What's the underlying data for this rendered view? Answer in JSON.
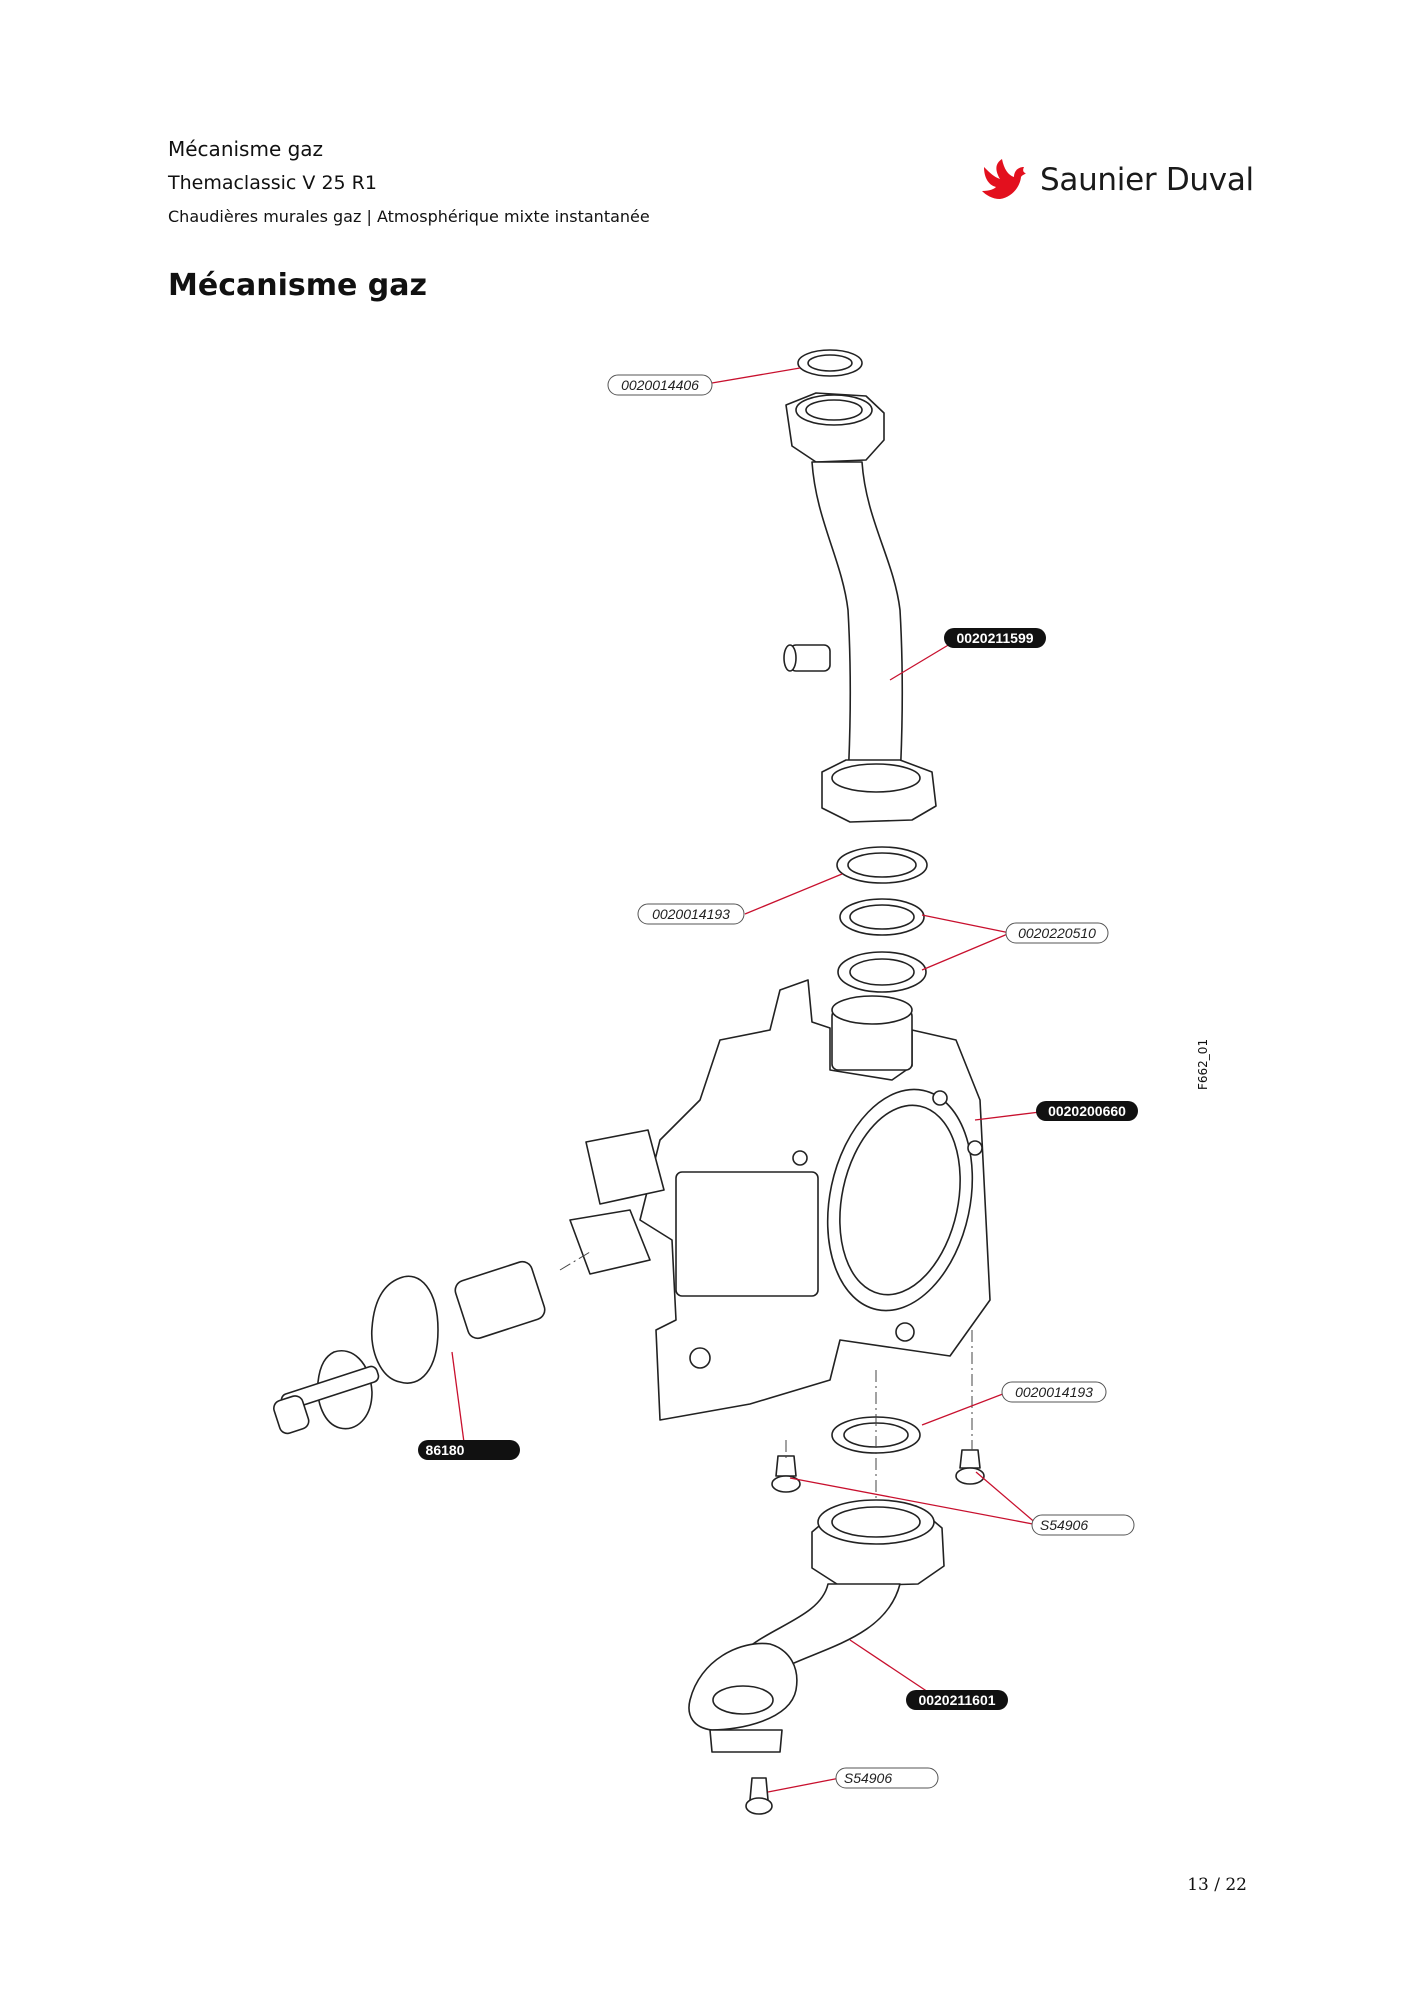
{
  "header": {
    "section": "Mécanisme gaz",
    "model": "Themaclassic V 25 R1",
    "category": "Chaudières murales gaz | Atmosphérique mixte instantanée"
  },
  "brand": {
    "name": "Saunier Duval",
    "color": "#e3101e",
    "logo": "bird-logo-icon"
  },
  "page_title": "Mécanisme gaz",
  "figure_id": "F662_01",
  "parts": [
    {
      "ref": "0020014406",
      "style": "outline"
    },
    {
      "ref": "0020211599",
      "style": "filled"
    },
    {
      "ref": "0020014193",
      "style": "outline"
    },
    {
      "ref": "0020220510",
      "style": "outline"
    },
    {
      "ref": "0020200660",
      "style": "filled"
    },
    {
      "ref": "0020014193",
      "style": "outline"
    },
    {
      "ref": "86180",
      "style": "filled"
    },
    {
      "ref": "S54906",
      "style": "outline"
    },
    {
      "ref": "0020211601",
      "style": "filled"
    },
    {
      "ref": "S54906",
      "style": "outline"
    }
  ],
  "pagination": "13 / 22"
}
